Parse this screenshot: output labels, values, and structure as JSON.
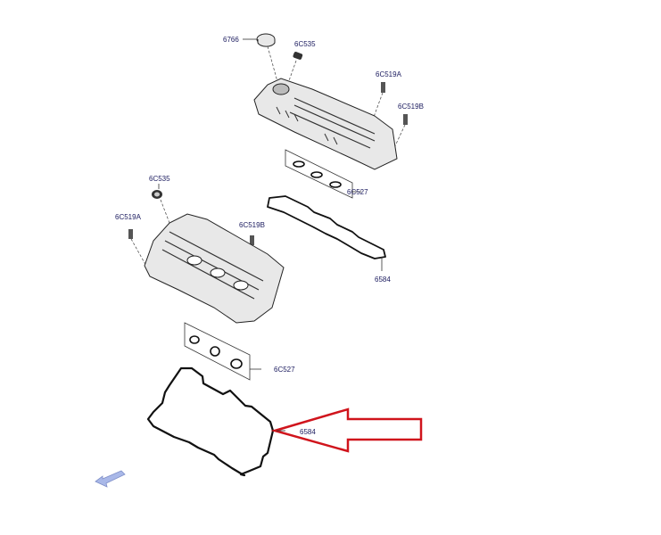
{
  "diagram": {
    "labels": {
      "oil_filler_cap": "6766",
      "seal_upper": "6C535",
      "stud_a_upper": "6C519A",
      "stud_b_upper": "6C519B",
      "spark_plug_seals_upper": "6C527",
      "gasket_upper": "6584",
      "seal_lower": "6C535",
      "stud_a_lower": "6C519A",
      "stud_b_lower": "6C519B",
      "spark_plug_seals_lower": "6C527",
      "gasket_lower": "6584"
    },
    "colors": {
      "highlight_arrow": "#d0141c",
      "direction_arrow": "#a9b8e8",
      "label_text": "#1a1a5e"
    }
  }
}
